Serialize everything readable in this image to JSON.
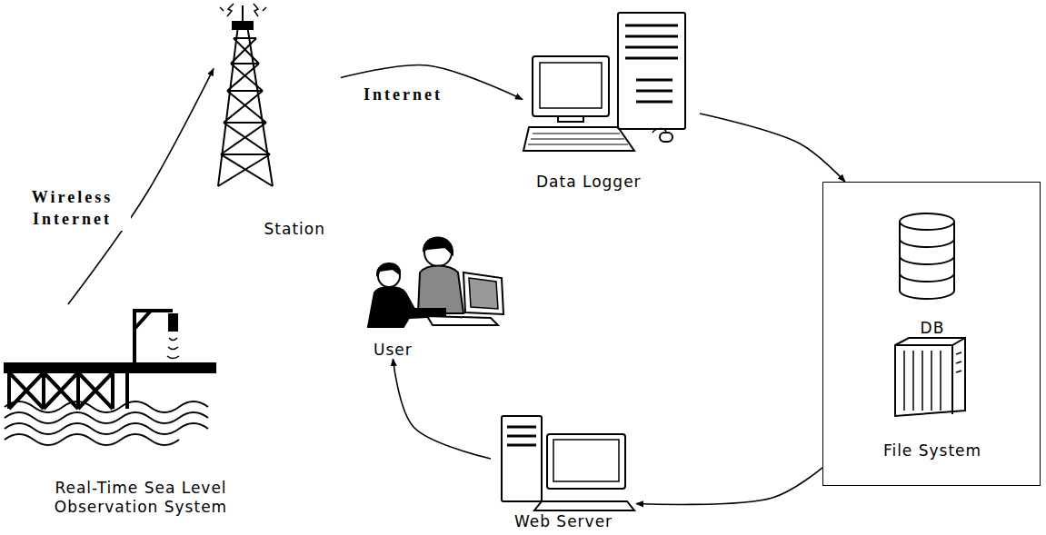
{
  "diagram": {
    "nodes": [
      {
        "text": [
          "Station"
        ]
      },
      {
        "text": [
          "Data Logger"
        ]
      },
      {
        "text": []
      },
      {
        "text": [
          "DB"
        ],
        "in": 2
      },
      {
        "text": [
          "File System"
        ],
        "in": 2
      },
      {
        "text": [
          "User"
        ]
      },
      {
        "text": [
          "Real-Time Sea Level Observation System"
        ]
      },
      {
        "text": [
          "Web Server"
        ]
      }
    ],
    "edges": [
      {
        "from": 6,
        "to": 0,
        "label": "Wireless Internet",
        "arrow": "to"
      },
      {
        "from": 0,
        "to": 1,
        "label": "Internet",
        "arrow": "to"
      },
      {
        "from": 1,
        "to": 2,
        "arrow": "to"
      },
      {
        "from": 2,
        "to": 7,
        "arrow": "to"
      },
      {
        "from": 7,
        "to": 5,
        "arrow": "to"
      }
    ]
  }
}
